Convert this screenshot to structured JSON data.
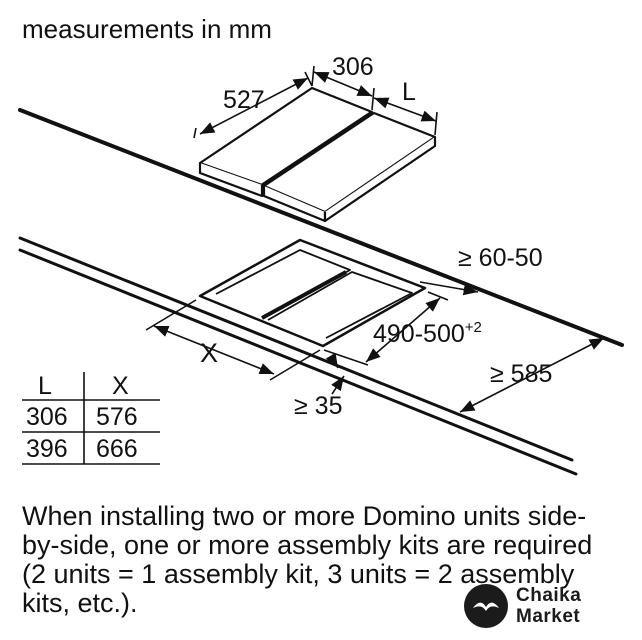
{
  "header": {
    "title": "measurements in mm"
  },
  "dimensions": {
    "depth": "527",
    "width": "306",
    "length_symbol": "L",
    "clearance_back": "≥ 60-50",
    "cutout_depth": "490-500",
    "cutout_depth_tolerance": "+2",
    "cutout_width_symbol": "X",
    "clearance_front": "≥ 35",
    "worktop_depth": "≥ 585"
  },
  "table": {
    "headers": [
      "L",
      "X"
    ],
    "rows": [
      [
        "306",
        "576"
      ],
      [
        "396",
        "666"
      ]
    ]
  },
  "note": {
    "text": "When installing two or more Domino units side-by-side, one or more assembly kits are required (2 units = 1 assembly kit, 3 units = 2 assembly kits, etc.)."
  },
  "watermark": {
    "line1": "Chaika",
    "line2": "Market"
  }
}
